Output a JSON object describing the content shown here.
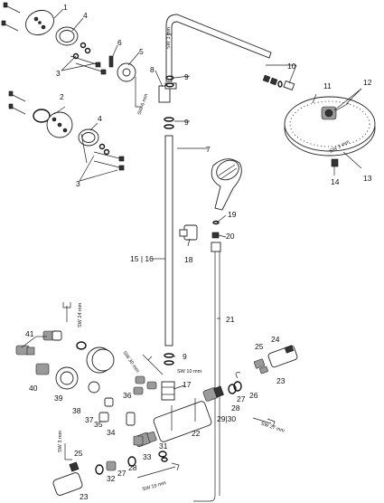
{
  "callouts": {
    "c1": "1",
    "c2": "2",
    "c3a": "3",
    "c3b": "3",
    "c4a": "4",
    "c4b": "4",
    "c5": "5",
    "c6": "6",
    "c7": "7",
    "c8": "8",
    "c9a": "9",
    "c9b": "9",
    "c9c": "9",
    "c10": "10",
    "c11": "11",
    "c12": "12",
    "c13": "13",
    "c14": "14",
    "c15_16": "15 | 16",
    "c17": "17",
    "c18": "18",
    "c19": "19",
    "c20": "20",
    "c21": "21",
    "c22": "22",
    "c23a": "23",
    "c23b": "23",
    "c24": "24",
    "c25a": "25",
    "c25b": "25",
    "c26": "26",
    "c27a": "27",
    "c27b": "27",
    "c28a": "28",
    "c28b": "28",
    "c29_30": "29|30",
    "c31": "31",
    "c32": "32",
    "c33": "33",
    "c34": "34",
    "c35": "35",
    "c36": "36",
    "c37": "37",
    "c38": "38",
    "c39": "39",
    "c40": "40",
    "c41": "41"
  },
  "tools": {
    "sw3_top": "SW 3 mm",
    "sw6": "SW 6 mm",
    "sw3_head": "SW 3 mm",
    "sw24": "SW 24 mm",
    "sw30": "SW 30 mm",
    "sw10": "SW 10 mm",
    "sw27": "SW 27 mm",
    "sw19": "SW 19 mm",
    "sw3_bottom": "SW 3 mm"
  }
}
